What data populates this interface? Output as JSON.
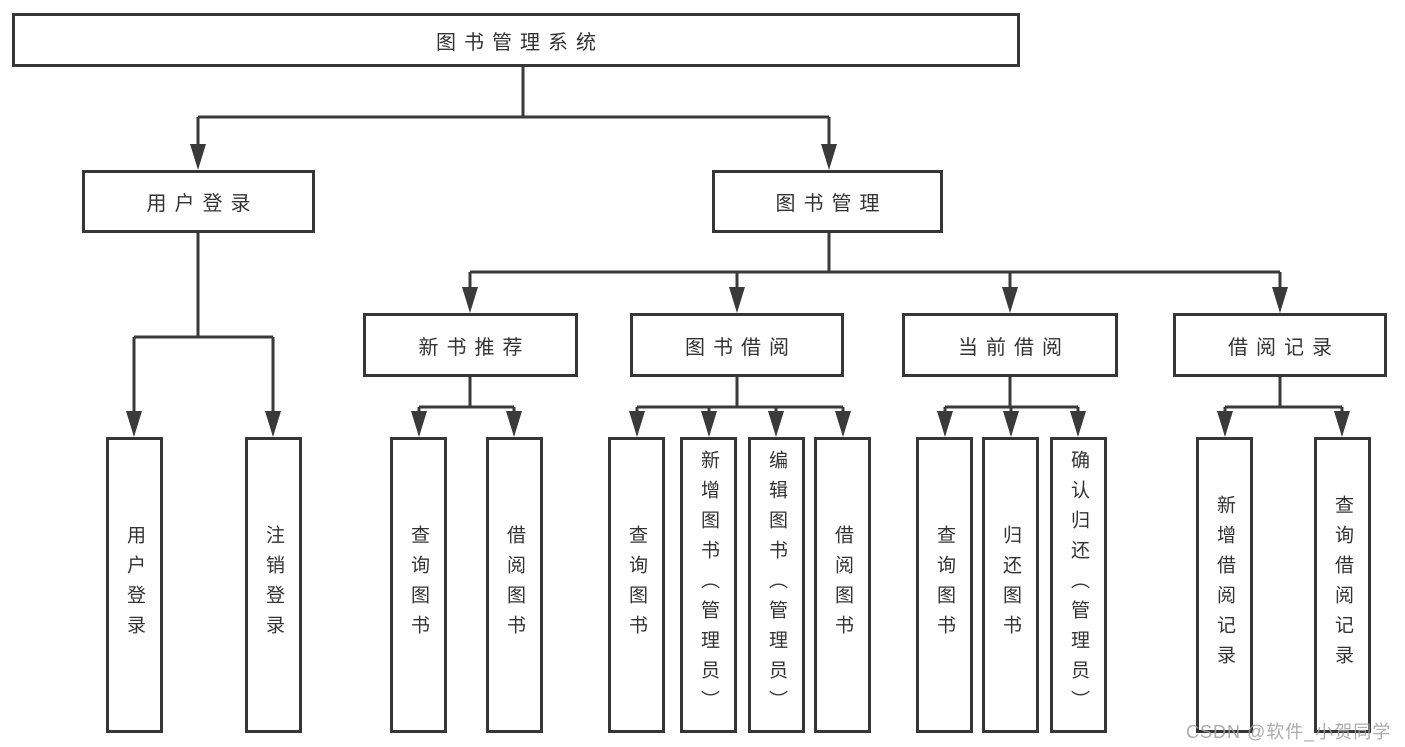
{
  "tree": {
    "root": {
      "label": "图书管理系统"
    },
    "branches": [
      {
        "label": "用户登录",
        "children": [
          {
            "label": "用户登录"
          },
          {
            "label": "注销登录"
          }
        ]
      },
      {
        "label": "图书管理",
        "children": [
          {
            "label": "新书推荐",
            "children": [
              {
                "label": "查询图书"
              },
              {
                "label": "借阅图书"
              }
            ]
          },
          {
            "label": "图书借阅",
            "children": [
              {
                "label": "查询图书"
              },
              {
                "label": "新增图书（管理员）"
              },
              {
                "label": "编辑图书（管理员）"
              },
              {
                "label": "借阅图书"
              }
            ]
          },
          {
            "label": "当前借阅",
            "children": [
              {
                "label": "查询图书"
              },
              {
                "label": "归还图书"
              },
              {
                "label": "确认归还（管理员）"
              }
            ]
          },
          {
            "label": "借阅记录",
            "children": [
              {
                "label": "新增借阅记录"
              },
              {
                "label": "查询借阅记录"
              }
            ]
          }
        ]
      }
    ]
  },
  "watermark": {
    "text": "CSDN @软件_小贺同学"
  },
  "colors": {
    "line": "#3a3a3a",
    "box_border": "#363636",
    "text": "#333333",
    "watermark": "#a0a0a0",
    "background": "#ffffff"
  }
}
